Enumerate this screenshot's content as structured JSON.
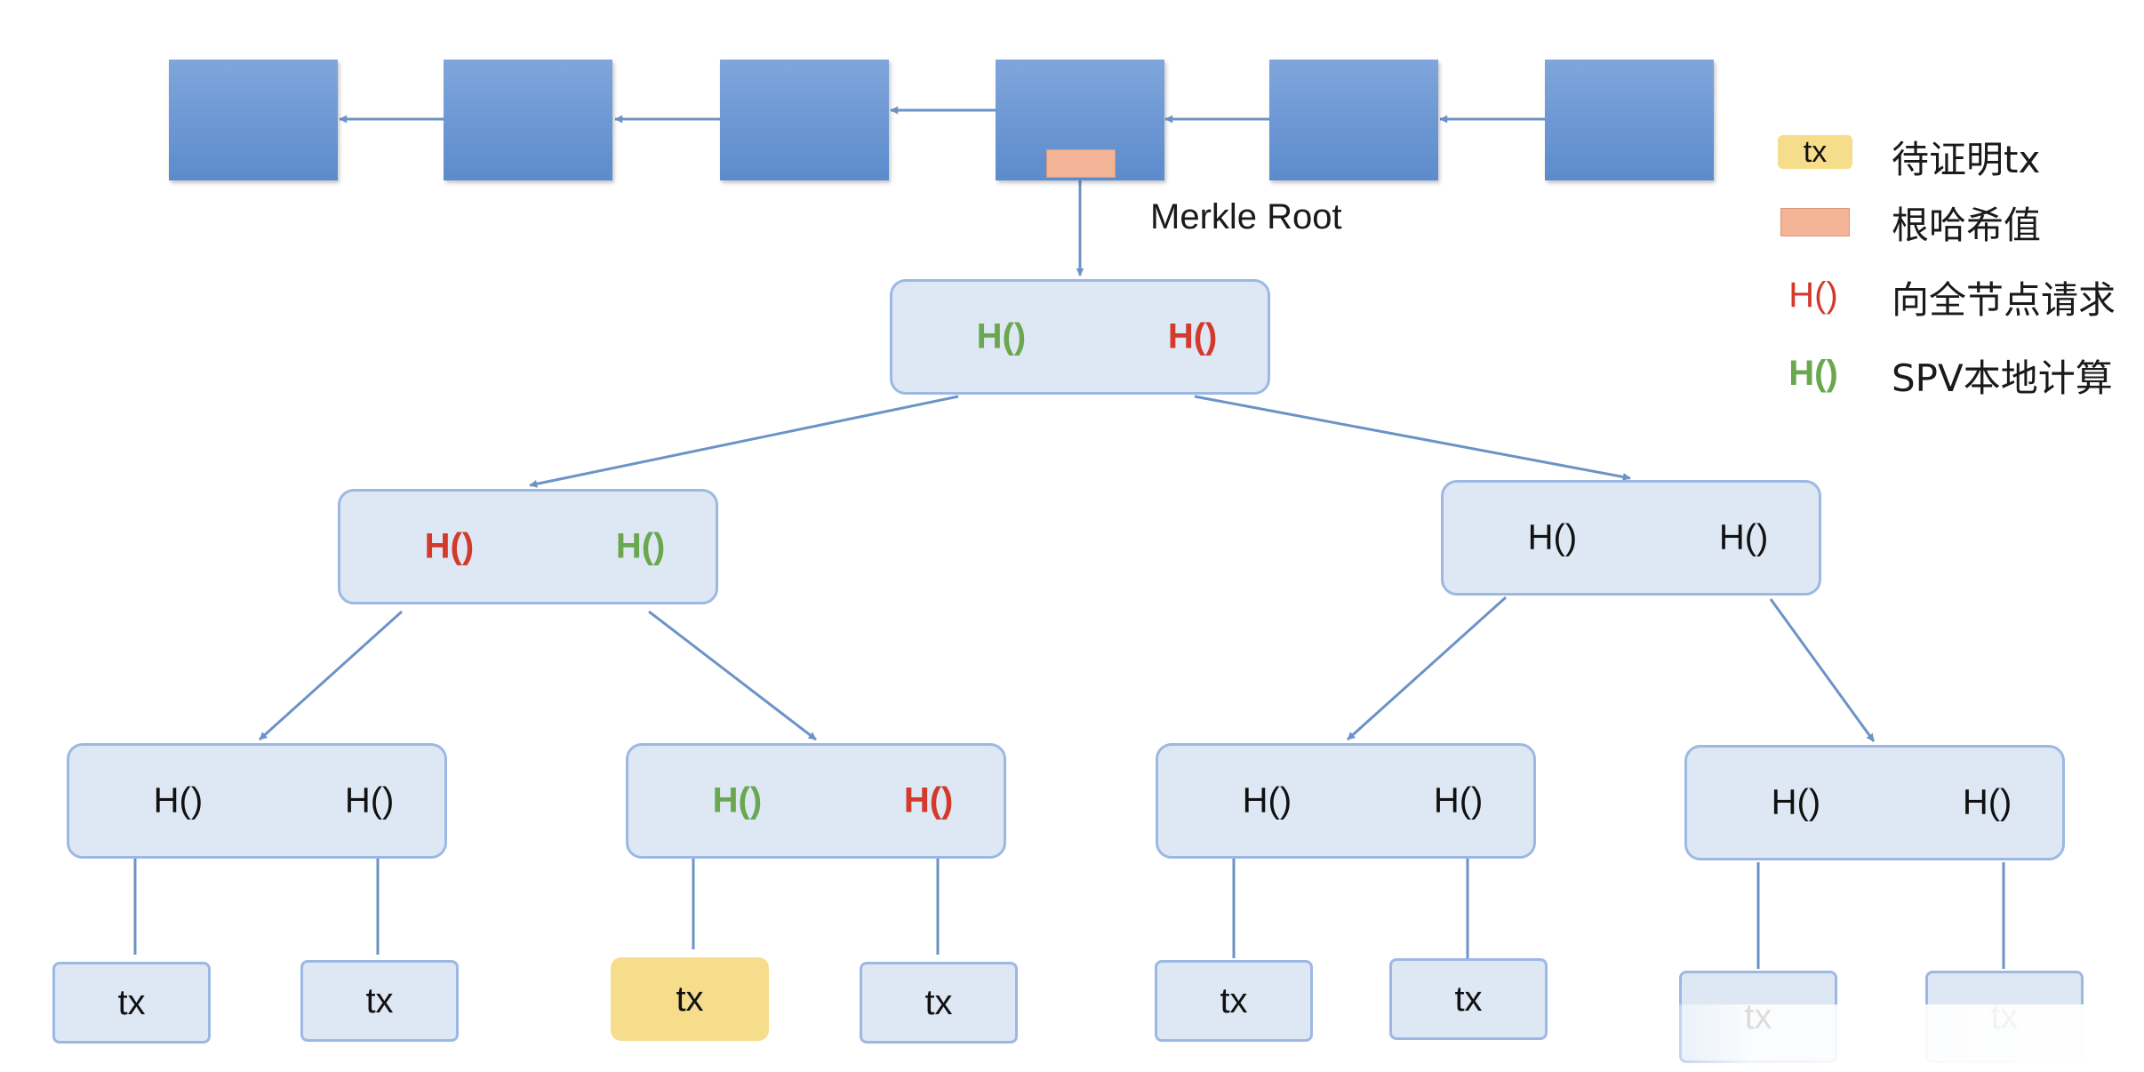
{
  "diagram": {
    "merkle_root_label": "Merkle Root",
    "blockchain_blocks": 6,
    "hash_label": "H()",
    "leaf_label": "tx",
    "colors": {
      "block": "#6c96d4",
      "root_hash": "#f2b397",
      "node_fill": "#dde8f4",
      "node_border": "#9db8e3",
      "target_tx": "#f6dd8b",
      "requested_hash": "#d33a2b",
      "computed_hash": "#6aa84f",
      "edge": "#6c93c7"
    },
    "root_node": {
      "left": "H()",
      "right": "H()",
      "left_kind": "computed",
      "right_kind": "requested"
    },
    "level1": [
      {
        "left": "H()",
        "right": "H()",
        "left_kind": "requested",
        "right_kind": "computed"
      },
      {
        "left": "H()",
        "right": "H()",
        "left_kind": "plain",
        "right_kind": "plain"
      }
    ],
    "level2": [
      {
        "left": "H()",
        "right": "H()",
        "left_kind": "plain",
        "right_kind": "plain"
      },
      {
        "left": "H()",
        "right": "H()",
        "left_kind": "computed",
        "right_kind": "requested"
      },
      {
        "left": "H()",
        "right": "H()",
        "left_kind": "plain",
        "right_kind": "plain"
      },
      {
        "left": "H()",
        "right": "H()",
        "left_kind": "plain",
        "right_kind": "plain"
      }
    ],
    "leaves": [
      "tx",
      "tx",
      "tx",
      "tx",
      "tx",
      "tx",
      "tx",
      "tx"
    ],
    "target_leaf_index": 2
  },
  "legend": {
    "tx_swatch_label": "tx",
    "tx_text": "待证明tx",
    "root_text": "根哈希值",
    "requested_symbol": "H()",
    "requested_text": "向全节点请求",
    "computed_symbol": "H()",
    "computed_text": "SPV本地计算"
  }
}
